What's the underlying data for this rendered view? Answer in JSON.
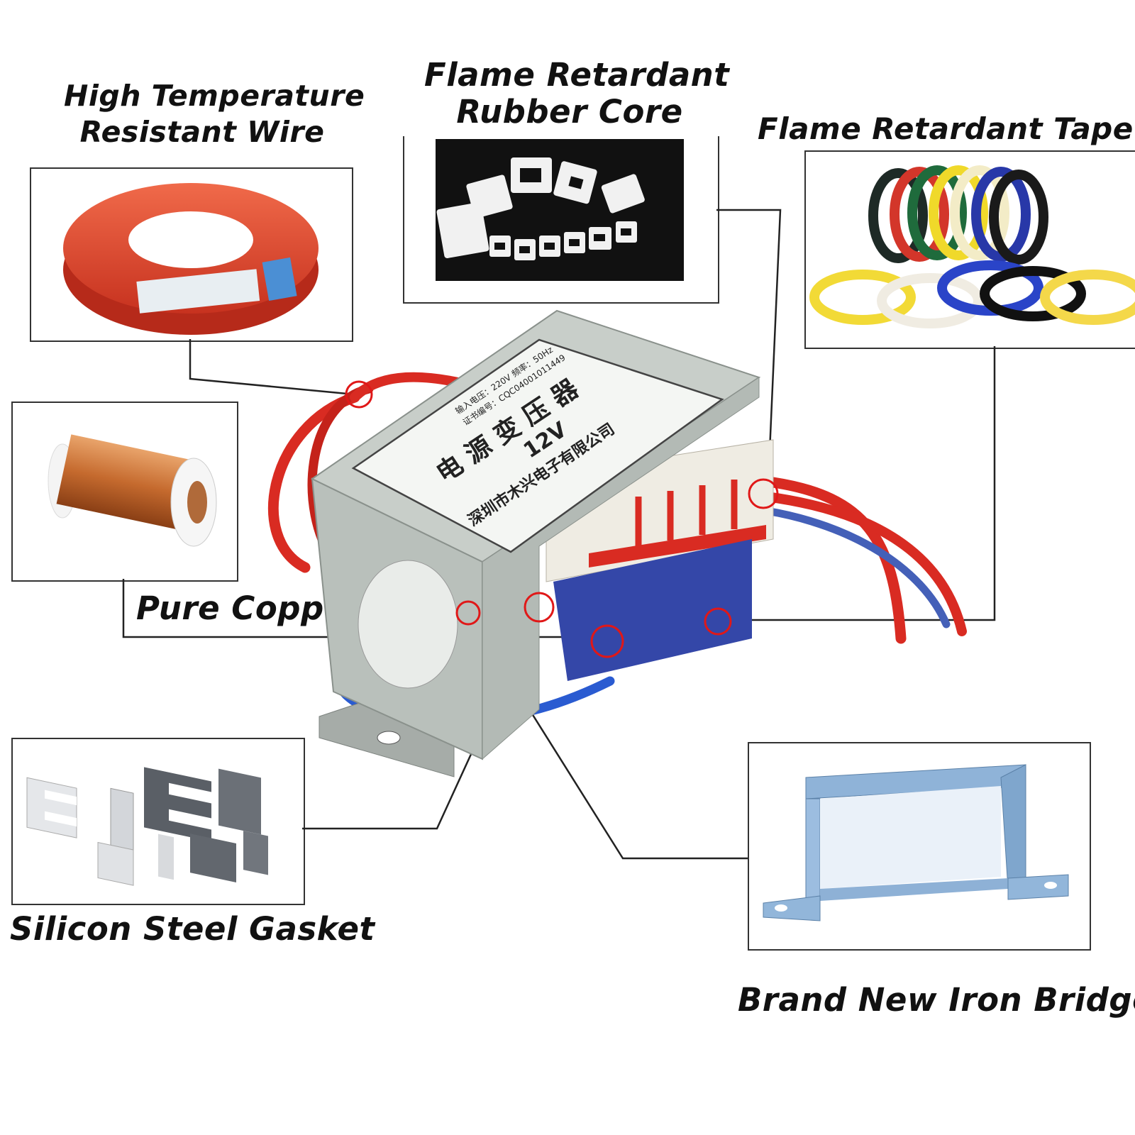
{
  "labels": {
    "wire": [
      "High Temperature",
      "Resistant Wire"
    ],
    "rubber": [
      "Flame Retardant",
      "Rubber Core"
    ],
    "tape": "Flame Retardant Tape",
    "copper": "Pure Copper Wire",
    "gasket": "Silicon Steel Gasket",
    "bridge": "Brand New Iron Bridge"
  },
  "transformer": {
    "title": "电 源 变 压 器",
    "voltage": "12V",
    "maker": "深圳市木兴电子有限公司",
    "spec1": "输入电压：220V  频率：50Hz",
    "spec2": "证书编号：CQC04001011449"
  },
  "colors": {
    "wire_red": "#d92b22",
    "wire_blue": "#2a5bd1",
    "casing": "#b9c0bb",
    "bobbin": "#efece3",
    "marker": "#e01818"
  }
}
